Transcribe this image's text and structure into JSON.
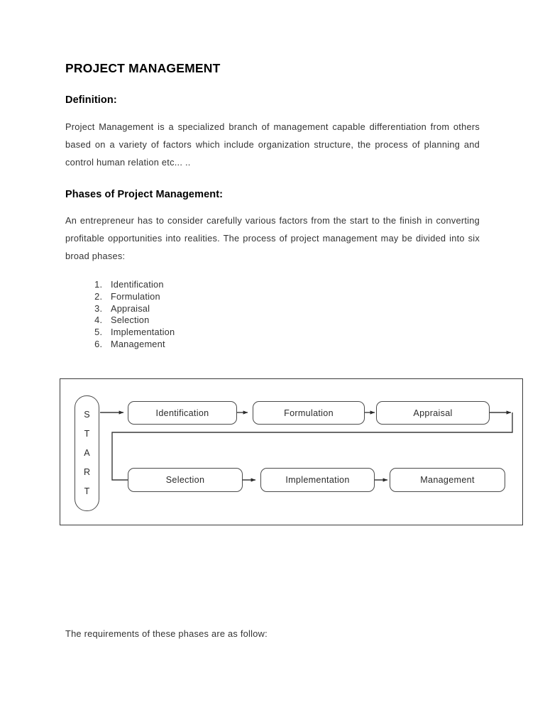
{
  "document": {
    "title": "PROJECT MANAGEMENT",
    "definition_heading": "Definition:",
    "definition_text": "Project Management is a specialized branch of management capable differentiation from others based on a variety of factors which include organization structure, the process of planning and control human relation etc... ..",
    "phases_heading": "Phases of Project Management:",
    "phases_text": "An entrepreneur has to consider carefully various factors from the start to the finish in converting profitable opportunities into realities. The process of project management may be divided into six broad phases:",
    "phase_list": [
      "Identification",
      "Formulation",
      "Appraisal",
      "Selection",
      "Implementation",
      "Management"
    ],
    "closing_text": "The requirements of these phases are as follow:"
  },
  "diagram": {
    "start_label": "START",
    "start_letters": [
      "S",
      "T",
      "A",
      "R",
      "T"
    ],
    "nodes": [
      {
        "id": "identification",
        "label": "Identification",
        "row": "top"
      },
      {
        "id": "formulation",
        "label": "Formulation",
        "row": "top"
      },
      {
        "id": "appraisal",
        "label": "Appraisal",
        "row": "top"
      },
      {
        "id": "selection",
        "label": "Selection",
        "row": "bottom"
      },
      {
        "id": "implementation",
        "label": "Implementation",
        "row": "bottom"
      },
      {
        "id": "management",
        "label": "Management",
        "row": "bottom"
      }
    ],
    "colors": {
      "border": "#4a4a4a",
      "frame": "#3a3a3a",
      "connector": "#3a3a3a",
      "text": "#2b2b2b"
    }
  }
}
